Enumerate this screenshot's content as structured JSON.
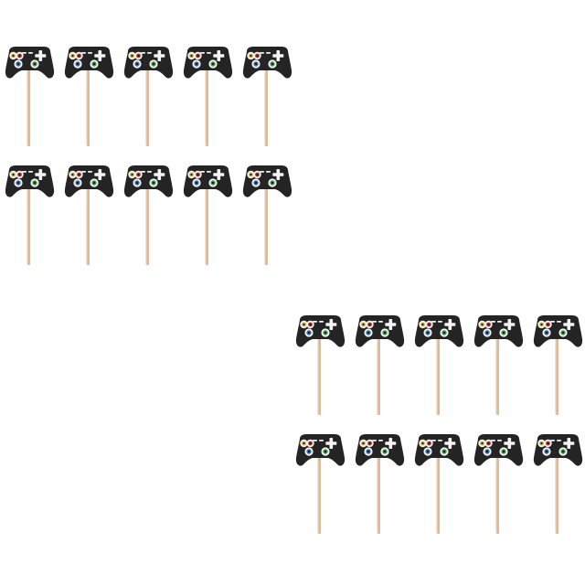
{
  "scene": {
    "background": "#ffffff",
    "subject": "gamepad-cupcake-topper"
  },
  "palette": {
    "controller_body": "#242424",
    "controller_mark": "#f4f4f4",
    "stick": "#e6c8a8",
    "stick_shadow": "#cda889",
    "button_colors": [
      "#d4b13a",
      "#b3352c",
      "#3b6fb0",
      "#3f9a4a",
      "#5a5a5a"
    ]
  },
  "groups": [
    {
      "name": "top-left",
      "rows": 2,
      "per_row": 5
    },
    {
      "name": "bottom-right",
      "rows": 2,
      "per_row": 5
    }
  ]
}
